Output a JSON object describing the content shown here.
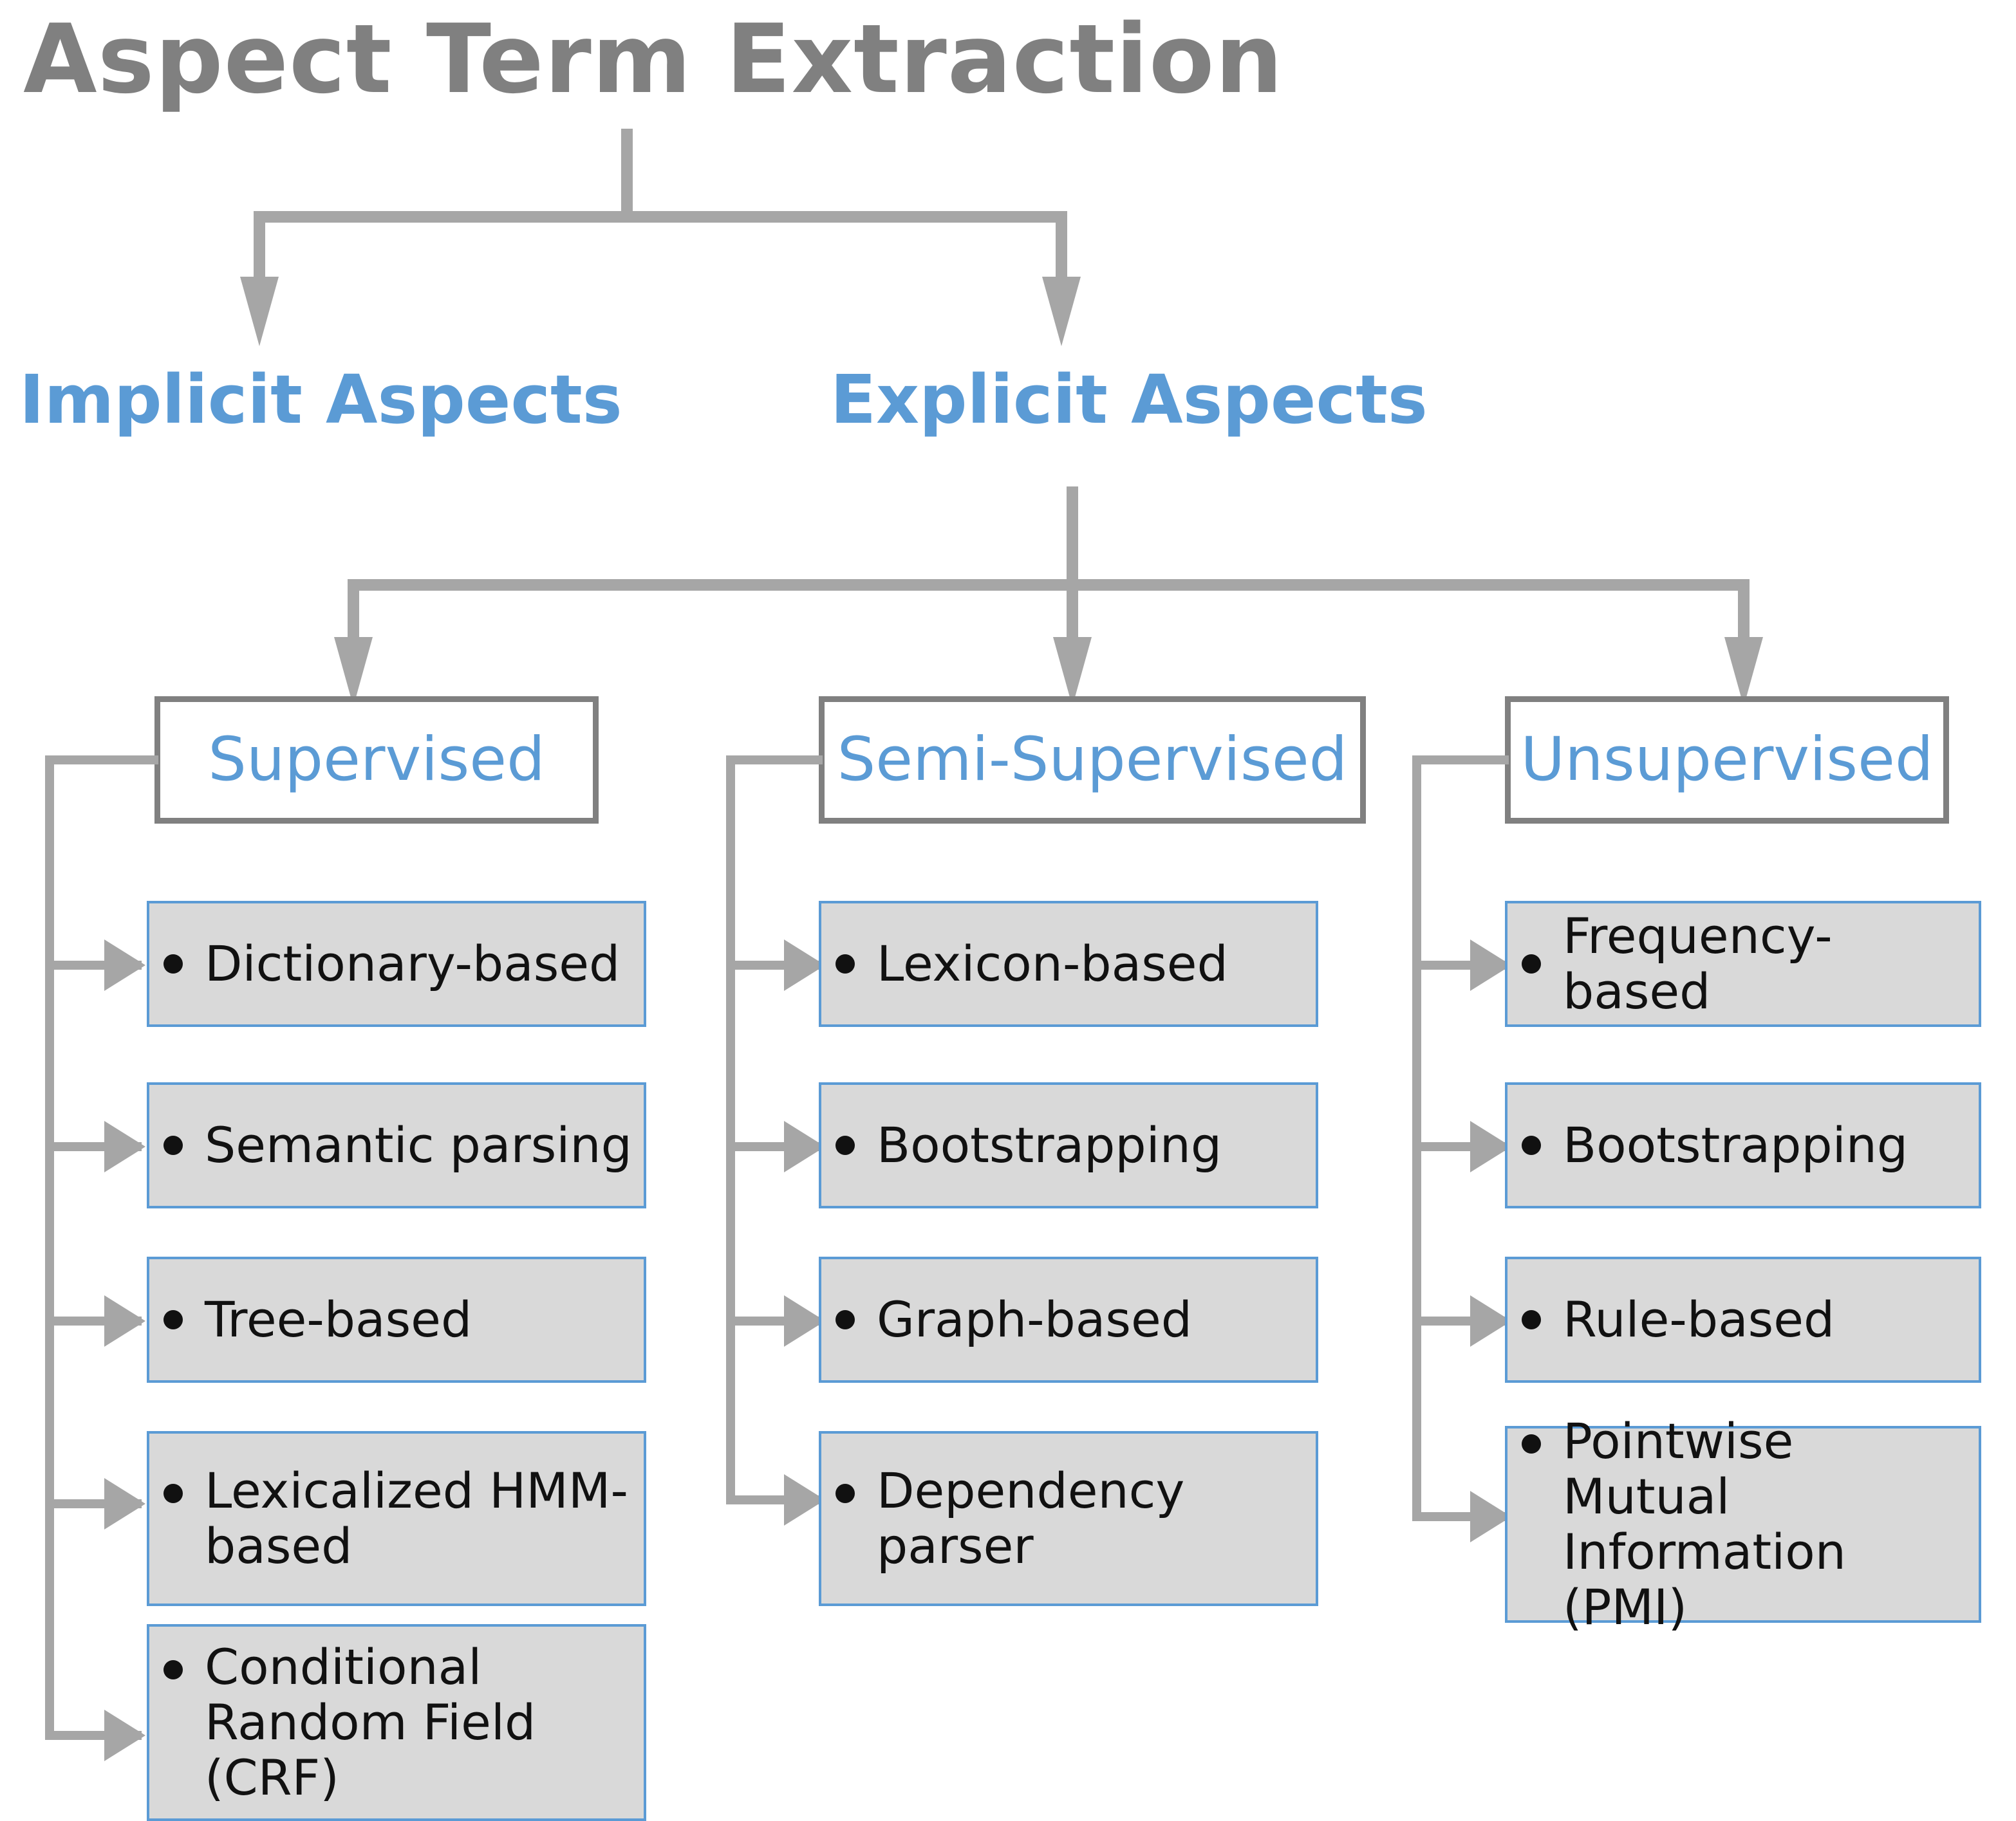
{
  "diagram": {
    "title": "Aspect Term Extraction",
    "colors": {
      "title_gray": "#808080",
      "accent_blue": "#5B9BD5",
      "connector_gray": "#A6A6A6",
      "leaf_fill": "#D9D9D9",
      "leaf_border": "#5B9BD5",
      "box_border": "#808080",
      "text_black": "#111111",
      "background": "#FFFFFF"
    },
    "level1": {
      "implicit": "Implicit Aspects",
      "explicit": "Explicit Aspects"
    },
    "columns": [
      {
        "heading": "Supervised",
        "items": [
          "Dictionary-based",
          "Semantic parsing",
          "Tree-based",
          "Lexicalized HMM-based",
          "Conditional Random Field (CRF)"
        ]
      },
      {
        "heading": "Semi-Supervised",
        "items": [
          "Lexicon-based",
          "Bootstrapping",
          "Graph-based",
          "Dependency parser"
        ]
      },
      {
        "heading": "Unsupervised",
        "items": [
          "Frequency-based",
          "Bootstrapping",
          "Rule-based",
          "Pointwise Mutual Information (PMI)"
        ]
      }
    ]
  }
}
